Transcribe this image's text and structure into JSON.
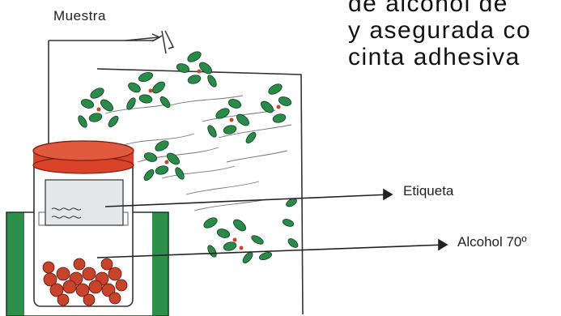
{
  "text_lines": [
    "de alcohol de",
    "y asegurada co",
    "cinta adhesiva"
  ],
  "labels": {
    "sample": "Muestra",
    "tag": "Etiqueta",
    "alcohol": "Alcohol 70º"
  },
  "colors": {
    "lid": "#d9432a",
    "leaf": "#2a8a4a",
    "stand": "#2e8f4a",
    "berry": "#c8432c",
    "line": "#222222"
  }
}
